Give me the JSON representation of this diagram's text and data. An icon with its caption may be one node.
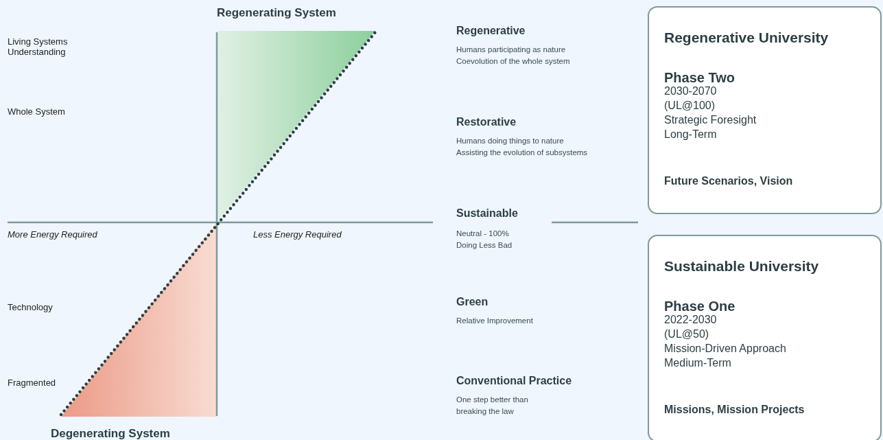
{
  "diagram": {
    "nodes": [
      {
        "text": [
          "Regenerative University",
          "Phase Two",
          "2030-2070",
          "(UL@100)",
          "Strategic Foresight",
          "Long-Term",
          "Future Scenarios, Vision"
        ]
      },
      {
        "text": [
          "Sustainable University",
          "Phase One",
          "2022-2030",
          "(UL@50)",
          "Mission-Driven Approach",
          "Medium-Term",
          "Missions, Mission Projects"
        ]
      }
    ],
    "labels": [
      "Regenerating System",
      "Living Systems Understanding",
      "Whole System",
      "More Energy Required",
      "Less Energy Required",
      "Technology",
      "Fragmented",
      "Degenerating System",
      "Regenerative",
      "Humans participating as nature",
      "Coevolution of the whole system",
      "Restorative",
      "Humans doing things to nature",
      "Assisting the evolution of subsystems",
      "Sustainable",
      "Neutral - 100%",
      "Doing Less Bad",
      "Green",
      "Relative Improvement",
      "Conventional Practice",
      "One step better than breaking the law"
    ]
  }
}
